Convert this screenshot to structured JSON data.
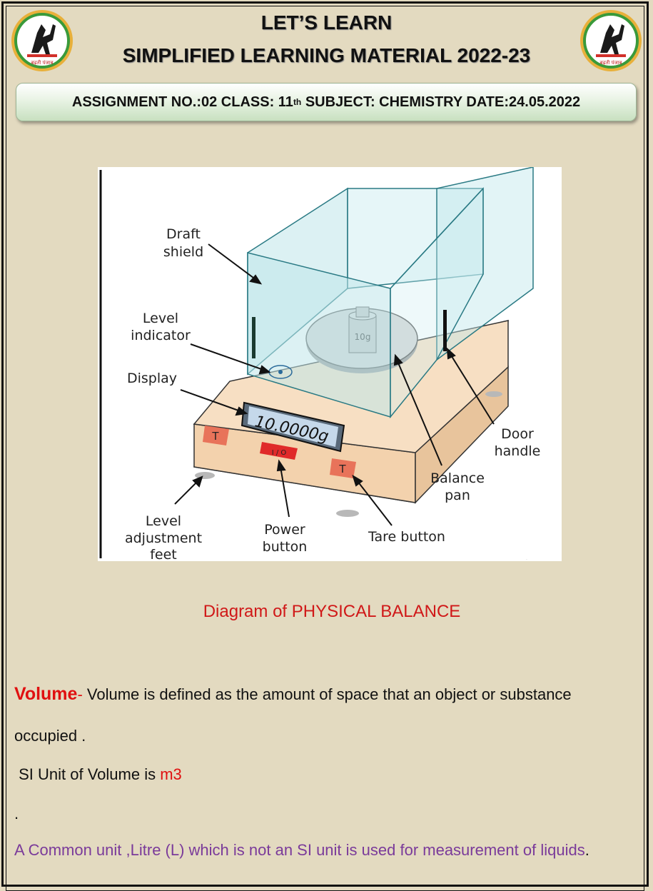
{
  "header": {
    "title_line1": "LET’S LEARN",
    "title_line2": "SIMPLIFIED LEARNING MATERIAL 2022-23",
    "logo_text": "बढ़ती पंजाब"
  },
  "assignment": {
    "prefix": "ASSIGNMENT NO.:02 CLASS: 11",
    "class_sup": "th",
    "suffix": " SUBJECT: CHEMISTRY DATE:24.05.2022"
  },
  "diagram": {
    "labels": {
      "draft_shield_1": "Draft",
      "draft_shield_2": "shield",
      "level_indicator_1": "Level",
      "level_indicator_2": "indicator",
      "display": "Display",
      "display_value": "10.0000g",
      "weight": "10g",
      "tare_key": "T",
      "power_key": "I / O",
      "door_handle_1": "Door",
      "door_handle_2": "handle",
      "balance_pan_1": "Balance",
      "balance_pan_2": "pan",
      "level_feet_1": "Level",
      "level_feet_2": "adjustment",
      "level_feet_3": "feet",
      "power_button_1": "Power",
      "power_button_2": "button",
      "tare_button": "Tare button"
    }
  },
  "caption": "Diagram of PHYSICAL BALANCE",
  "volume": {
    "term": "Volume",
    "dash": "-",
    "definition_1": " Volume is defined as the amount of space that an object or substance",
    "definition_2": "occupied ."
  },
  "si_unit": {
    "label": " SI Unit of Volume is ",
    "value": "m3"
  },
  "dot": ".",
  "common_unit": "A Common unit ,Litre (L) which is not an SI unit is used for measurement of liquids",
  "common_unit_end": ".",
  "colors": {
    "background": "#e3dac0",
    "accent_red": "#e01010",
    "purple": "#7a3a9a"
  }
}
